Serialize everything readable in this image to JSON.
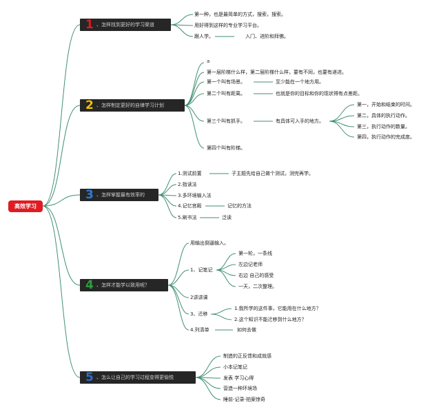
{
  "root": {
    "label": "高效学习"
  },
  "branches": [
    {
      "number": "1",
      "number_color": "#e01b22",
      "label": "、怎样找到更好的学习渠道",
      "children": [
        {
          "text": "第一种，也是最简单的方式，搜索，搜索。"
        },
        {
          "text": "用好得到这样的专业学习平台。"
        },
        {
          "text": "跟人学。",
          "detail": "入门、进阶和拜佛。"
        }
      ]
    },
    {
      "number": "2",
      "number_color": "#f2c200",
      "label": "、怎样制定更好的自律学习计划",
      "children": [
        {
          "text": "a"
        },
        {
          "text": "第一层阶梯什么样，第二层阶梯什么样，要有不同，也要有递进。"
        },
        {
          "text": "第一个叫有场景。",
          "detail": "至少能在一个地方用。"
        },
        {
          "text": "第二个叫有距离。",
          "detail": "也就是你的目标和你的现状得有点差距。"
        },
        {
          "text": "第三个叫有抓手。",
          "detail": "有具体可入手的地方。",
          "sub": [
            "第一，开始和结束的时间。",
            "第二，具体的执行动作。",
            "第三，执行动作的数量。",
            "第四，执行动作的完成度。"
          ]
        },
        {
          "text": "第四个叫有阶梯。"
        }
      ]
    },
    {
      "number": "3",
      "number_color": "#2b7fd9",
      "label": "、怎样掌握最有效率的",
      "children": [
        {
          "text": "1.测试前置",
          "detail": "子主题先给自己做个测试，测完再学。"
        },
        {
          "text": "2.指读法"
        },
        {
          "text": "3.多环境输入法"
        },
        {
          "text": "4.记忆宫殿",
          "detail": "记忆的方法"
        },
        {
          "text": "5.刷书法",
          "detail": "泛读"
        }
      ]
    },
    {
      "number": "4",
      "number_color": "#2e9e3e",
      "label": "、怎样才能学以致用呢？",
      "children": [
        {
          "text": "用输出倒逼输入。"
        },
        {
          "text": "1、记笔记",
          "sub": [
            "第一轮，一条线",
            "左边记老师",
            "右边 自己的感受",
            "一天，二次整理。"
          ]
        },
        {
          "text": "2讲讲课"
        },
        {
          "text": "3、迁移",
          "sub": [
            "1.我所学的这件事，它能用在什么地方？",
            "2.这个知识不能迁移到什么地方？"
          ]
        },
        {
          "text": "4.列清单",
          "detail": "如何去做"
        }
      ]
    },
    {
      "number": "5",
      "number_color": "#2b6fc8",
      "label": "、怎么让自己的学习过程变得更愉悦",
      "children": [
        {
          "text": "制造的正反馈和成就感"
        },
        {
          "text": "小本记笔记"
        },
        {
          "text": "发表 学习心得"
        },
        {
          "text": "营造一种环境场"
        },
        {
          "text": "睡前-记录-拍案惊奇"
        }
      ]
    }
  ],
  "colors": {
    "link": "#3f8f70",
    "root_bg": "#e01b22",
    "branch_bg": "#262626"
  }
}
